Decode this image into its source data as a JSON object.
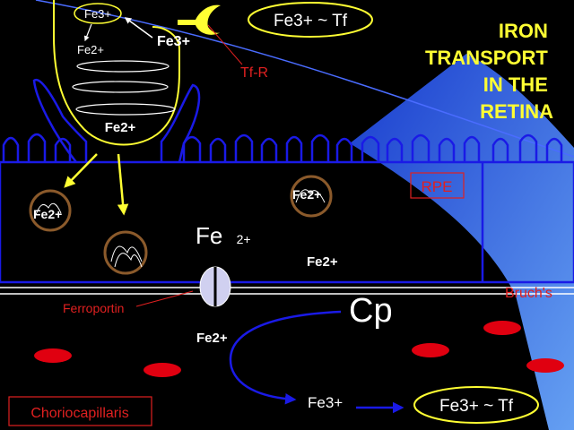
{
  "title": [
    "IRON",
    "TRANSPORT",
    "IN THE",
    "RETINA"
  ],
  "labels": {
    "fe3_top": "Fe3+",
    "fe2_top": "Fe2+",
    "fe3_receptor": "Fe3+",
    "fe2_vesicle": "Fe2+",
    "transferrin_top": "Fe3+ ~ Tf",
    "tf_r": "Tf-R",
    "rpe": "RPE",
    "mito_left": "Fe2+",
    "mito_right": "Fe2+",
    "fe_main": "Fe",
    "fe_main_sup": "2+",
    "fe2_cell": "Fe2+",
    "bruchs": "Bruch's",
    "ferroportin": "Ferroportin",
    "cp": "Cp",
    "fe2_lower": "Fe2+",
    "fe3_lower": "Fe3+",
    "transferrin_bottom": "Fe3+ ~ Tf",
    "choriocapillaris": "Choriocapillaris"
  },
  "colors": {
    "background": "#000000",
    "membrane_blue": "#1a1ae6",
    "yellow": "#ffff33",
    "red_text": "#e02020",
    "white": "#ffffff",
    "mito_brown": "#8b5a2b",
    "vessel_red": "#e00010",
    "light_blue": "#3a7ce8"
  }
}
